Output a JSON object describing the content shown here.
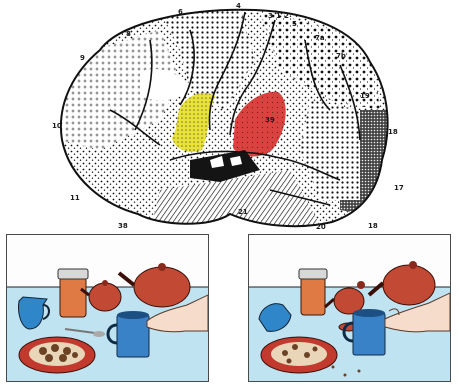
{
  "brain": {
    "area_labels": [
      "6",
      "4",
      "3",
      "1",
      "2",
      "5",
      "7a",
      "7b",
      "8",
      "9",
      "10",
      "19",
      "18",
      "17",
      "11",
      "38",
      "20",
      "21",
      "18",
      "39"
    ]
  },
  "panels": {
    "left": {
      "label": ""
    },
    "right": {
      "label": ""
    }
  },
  "colors": {
    "yellow_region": "#e8e23a",
    "red_region": "#d9423f",
    "tablecloth": "#bfe3f0",
    "jug": "#2f86c9",
    "jar": "#e07a45",
    "teapot": "#c24a35",
    "mug": "#3a82c8",
    "plate": "#c23a2e"
  }
}
